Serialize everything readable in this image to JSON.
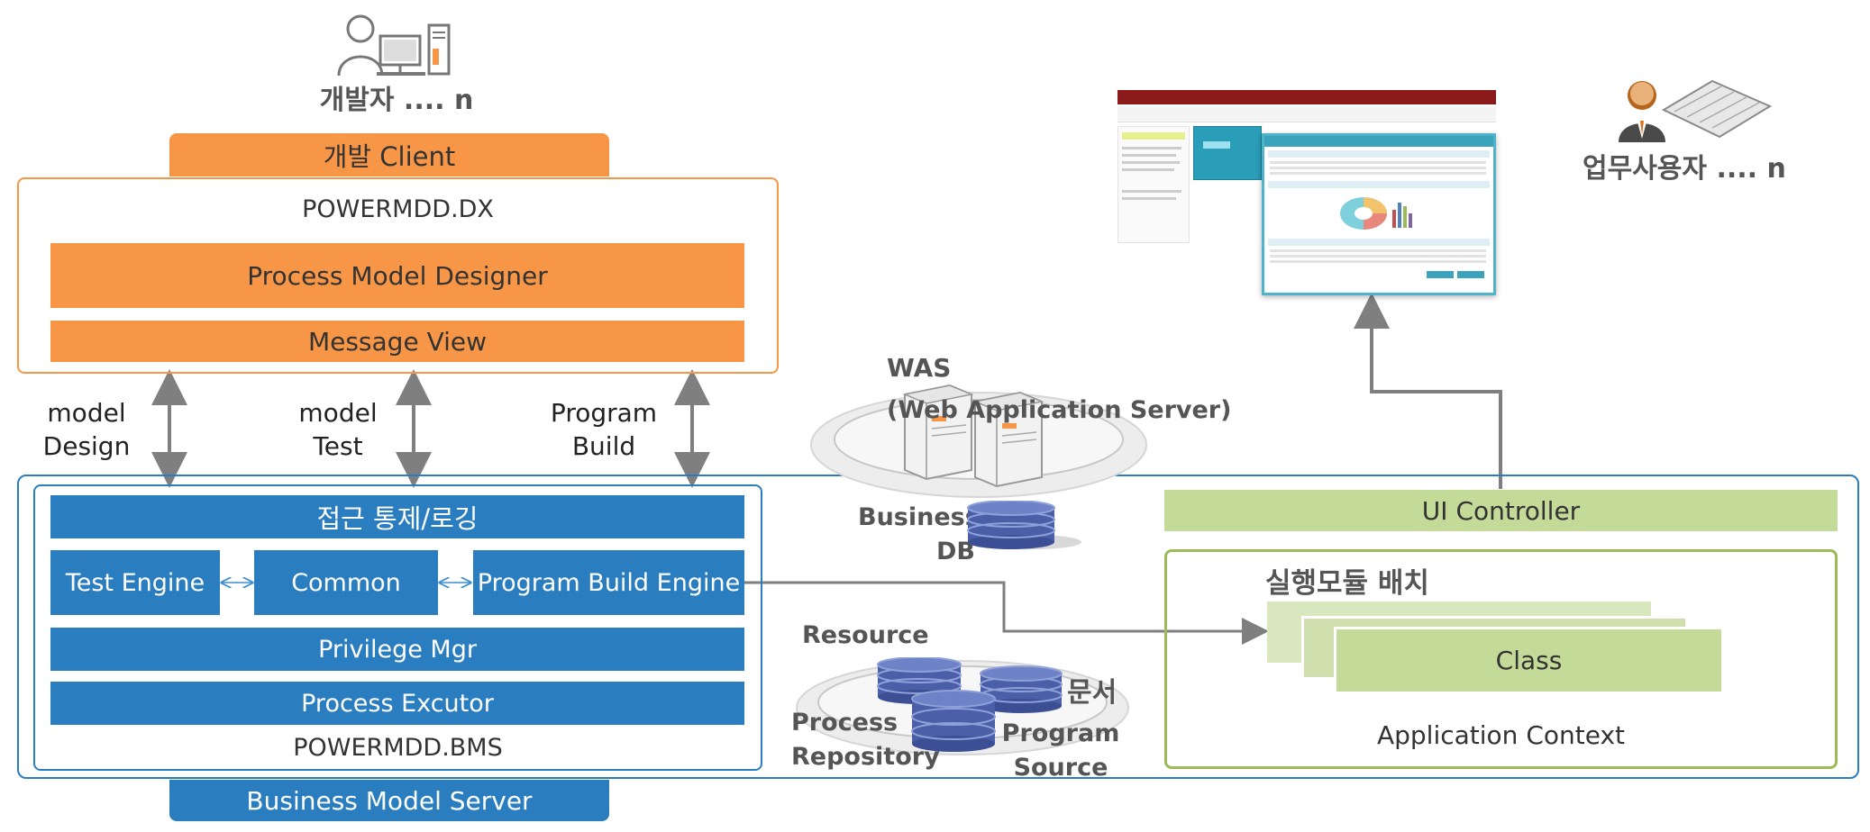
{
  "developer": {
    "label": "개발자 .... n",
    "icon": "developer-computer-icon"
  },
  "dev_client": {
    "tab_label": "개발 Client",
    "title": "POWERMDD.DX",
    "process_model_designer": "Process Model Designer",
    "message_view": "Message View"
  },
  "connectors": {
    "model_design": "model\nDesign",
    "model_test": "model\nTest",
    "program_build": "Program\nBuild"
  },
  "bms": {
    "access_control": "접근 통제/로깅",
    "test_engine": "Test Engine",
    "common": "Common",
    "program_build_engine": "Program Build Engine",
    "privilege_mgr": "Privilege Mgr",
    "process_executor": "Process Excutor",
    "title": "POWERMDD.BMS",
    "tab_label": "Business Model Server"
  },
  "was": {
    "title": "WAS",
    "subtitle": "(Web Application Server)",
    "server_icon": "server-icon"
  },
  "business_db": {
    "label": "Business\nDB",
    "icon": "database-icon"
  },
  "repository": {
    "resource": "Resource",
    "document": "문서",
    "process_repository": "Process\nRepository",
    "program_source": "Program\nSource",
    "icon": "database-icon"
  },
  "runtime": {
    "ui_controller": "UI Controller",
    "deploy_title": "실행모듈 배치",
    "class_label": "Class",
    "application_context": "Application Context"
  },
  "business_user": {
    "label": "업무사용자 .... n",
    "icon": "user-keyboard-icon"
  },
  "colors": {
    "orange": "#F79646",
    "blue": "#2A7DBF",
    "green": "#C4DA98",
    "green_border": "#9BBB59",
    "arrow_gray": "#7F7F7F",
    "db_blue": "#4A5FA8"
  }
}
